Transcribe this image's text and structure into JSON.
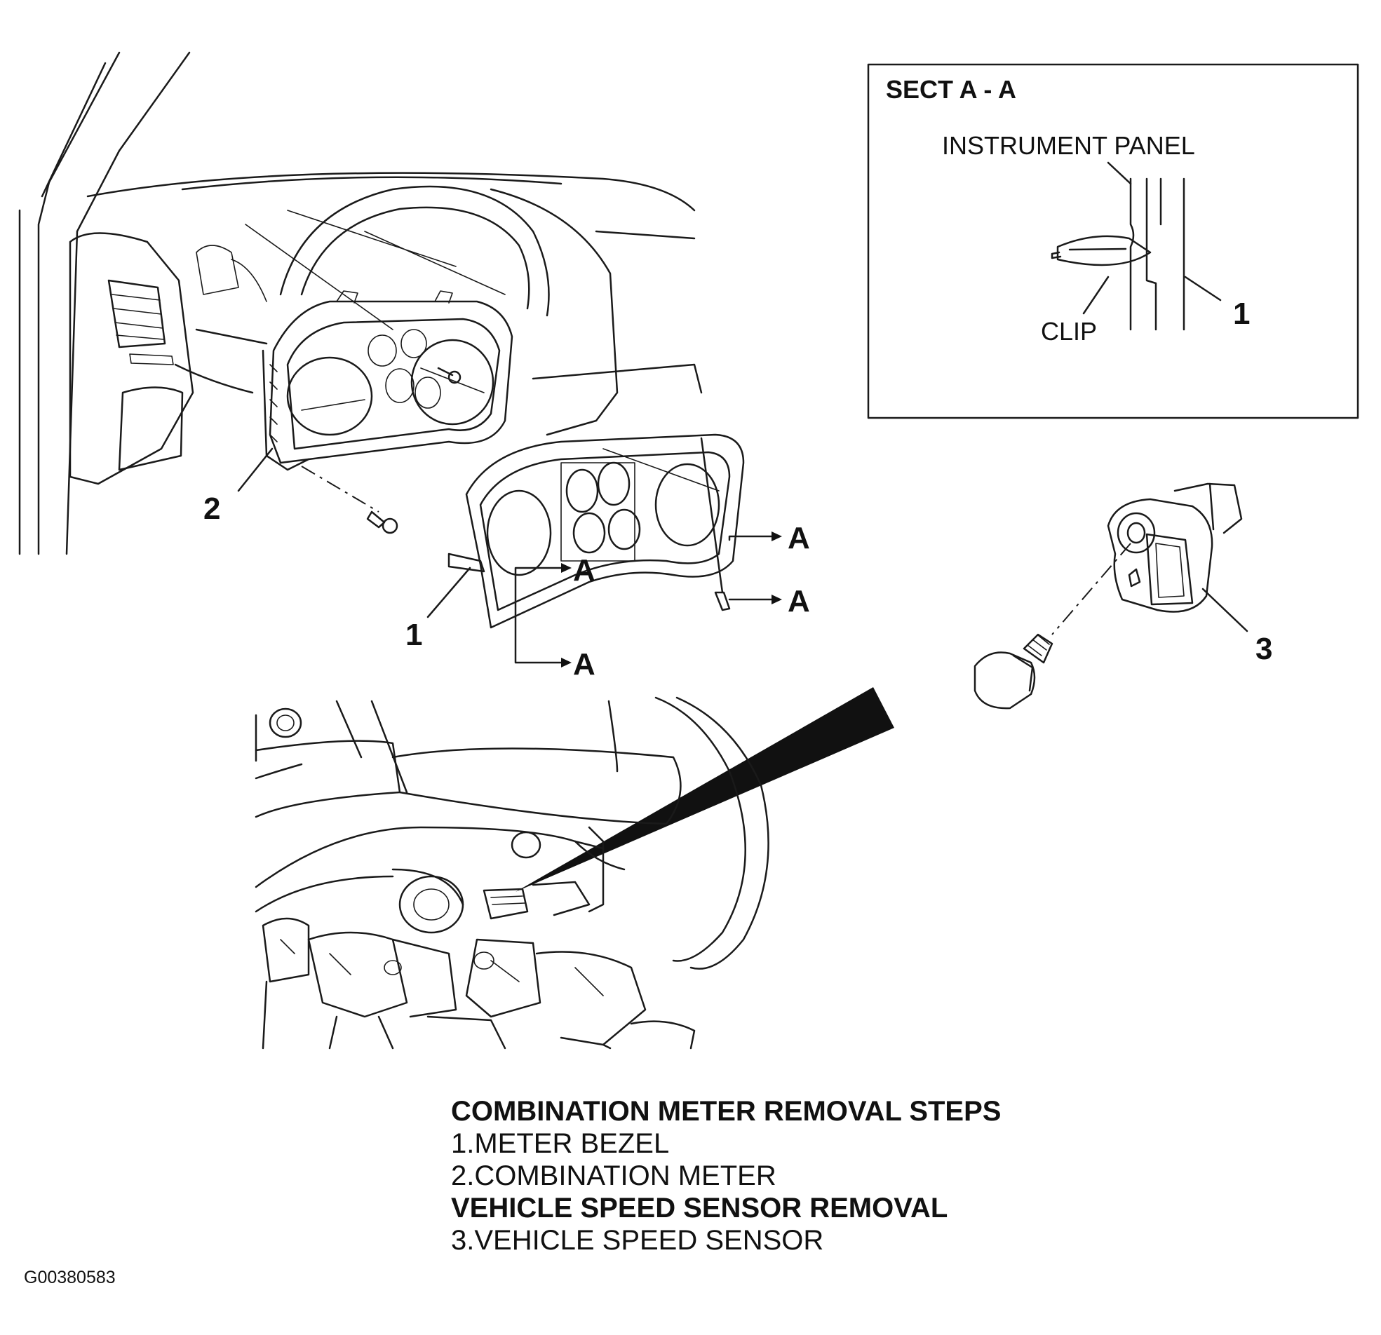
{
  "section_box": {
    "title": "SECT A - A",
    "instrument_panel_label": "INSTRUMENT PANEL",
    "clip_label": "CLIP",
    "callout_1": "1"
  },
  "callouts": {
    "meter_bezel": "1",
    "combination_meter": "2",
    "vehicle_speed_sensor": "3",
    "section_marker": "A"
  },
  "steps": {
    "heading_combination_meter": "COMBINATION METER REMOVAL STEPS",
    "step_1": "1.METER BEZEL",
    "step_2": "2.COMBINATION METER",
    "heading_speed_sensor": "VEHICLE SPEED SENSOR REMOVAL",
    "step_3": "3.VEHICLE SPEED SENSOR"
  },
  "figure_id": "G00380583"
}
